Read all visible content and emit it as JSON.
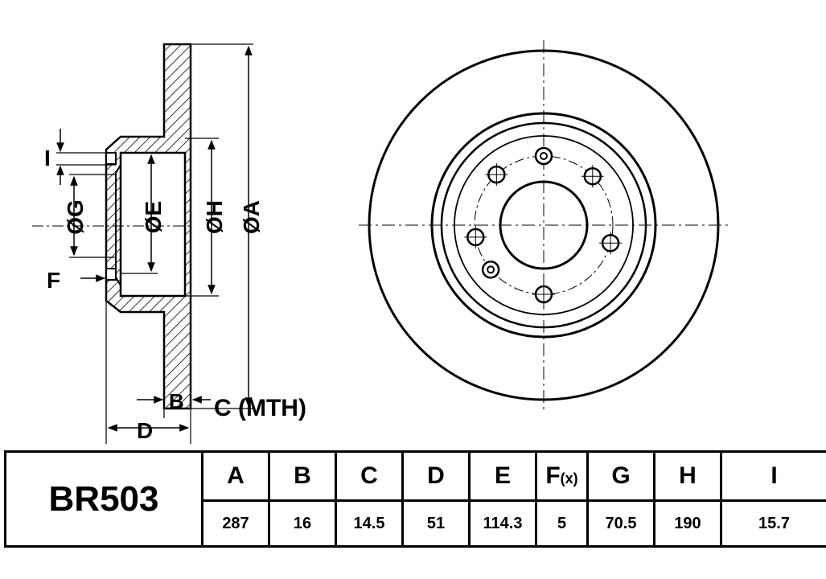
{
  "labels": {
    "I": "I",
    "G": "ØG",
    "E": "ØE",
    "H": "ØH",
    "A": "ØA",
    "F": "F",
    "B": "B",
    "C": "C (MTH)",
    "D": "D"
  },
  "table": {
    "model": "BR503",
    "columns": [
      {
        "key": "A",
        "header": "A",
        "value": "287"
      },
      {
        "key": "B",
        "header": "B",
        "value": "16"
      },
      {
        "key": "C",
        "header": "C",
        "value": "14.5"
      },
      {
        "key": "D",
        "header": "D",
        "value": "51"
      },
      {
        "key": "E",
        "header": "E",
        "value": "114.3"
      },
      {
        "key": "F",
        "header": "F",
        "header_sub": "(x)",
        "value": "5"
      },
      {
        "key": "G",
        "header": "G",
        "value": "70.5"
      },
      {
        "key": "H",
        "header": "H",
        "value": "190"
      },
      {
        "key": "I",
        "header": "I",
        "value": "15.7"
      }
    ]
  },
  "colors": {
    "line": "#000000",
    "background": "#ffffff"
  }
}
